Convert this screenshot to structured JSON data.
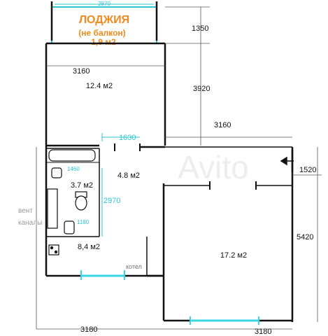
{
  "loggia": {
    "title": "ЛОДЖИЯ",
    "subtitle": "(не балкон)",
    "area": "1,9 м2",
    "top_dim": "2870"
  },
  "rooms": {
    "room_top": "12.4 м2",
    "hall": "4.8 м2",
    "bath": "3.7 м2",
    "kitchen": "8,4 м2",
    "room_big": "17.2 м2"
  },
  "dimensions": {
    "d1350": "1350",
    "d3920": "3920",
    "d3160_left": "3160",
    "d3160_right": "3160",
    "d1630": "1630",
    "d1520": "1520",
    "d1460": "1460",
    "d2970": "2970",
    "d1180": "1180",
    "d5420": "5420",
    "d3180_left": "3180",
    "d3180_right": "3180"
  },
  "labels": {
    "vent_1": "вент",
    "vent_2": "каналы",
    "boiler": "котел"
  },
  "colors": {
    "wall": "#111111",
    "dim_line": "#333333",
    "accent_cyan": "#2ec4d6",
    "window_cyan": "#3ad6e4",
    "loggia_text": "#f08a1c",
    "loggia_fill": "#ffffff",
    "loggia_border": "#2ec4d6"
  }
}
